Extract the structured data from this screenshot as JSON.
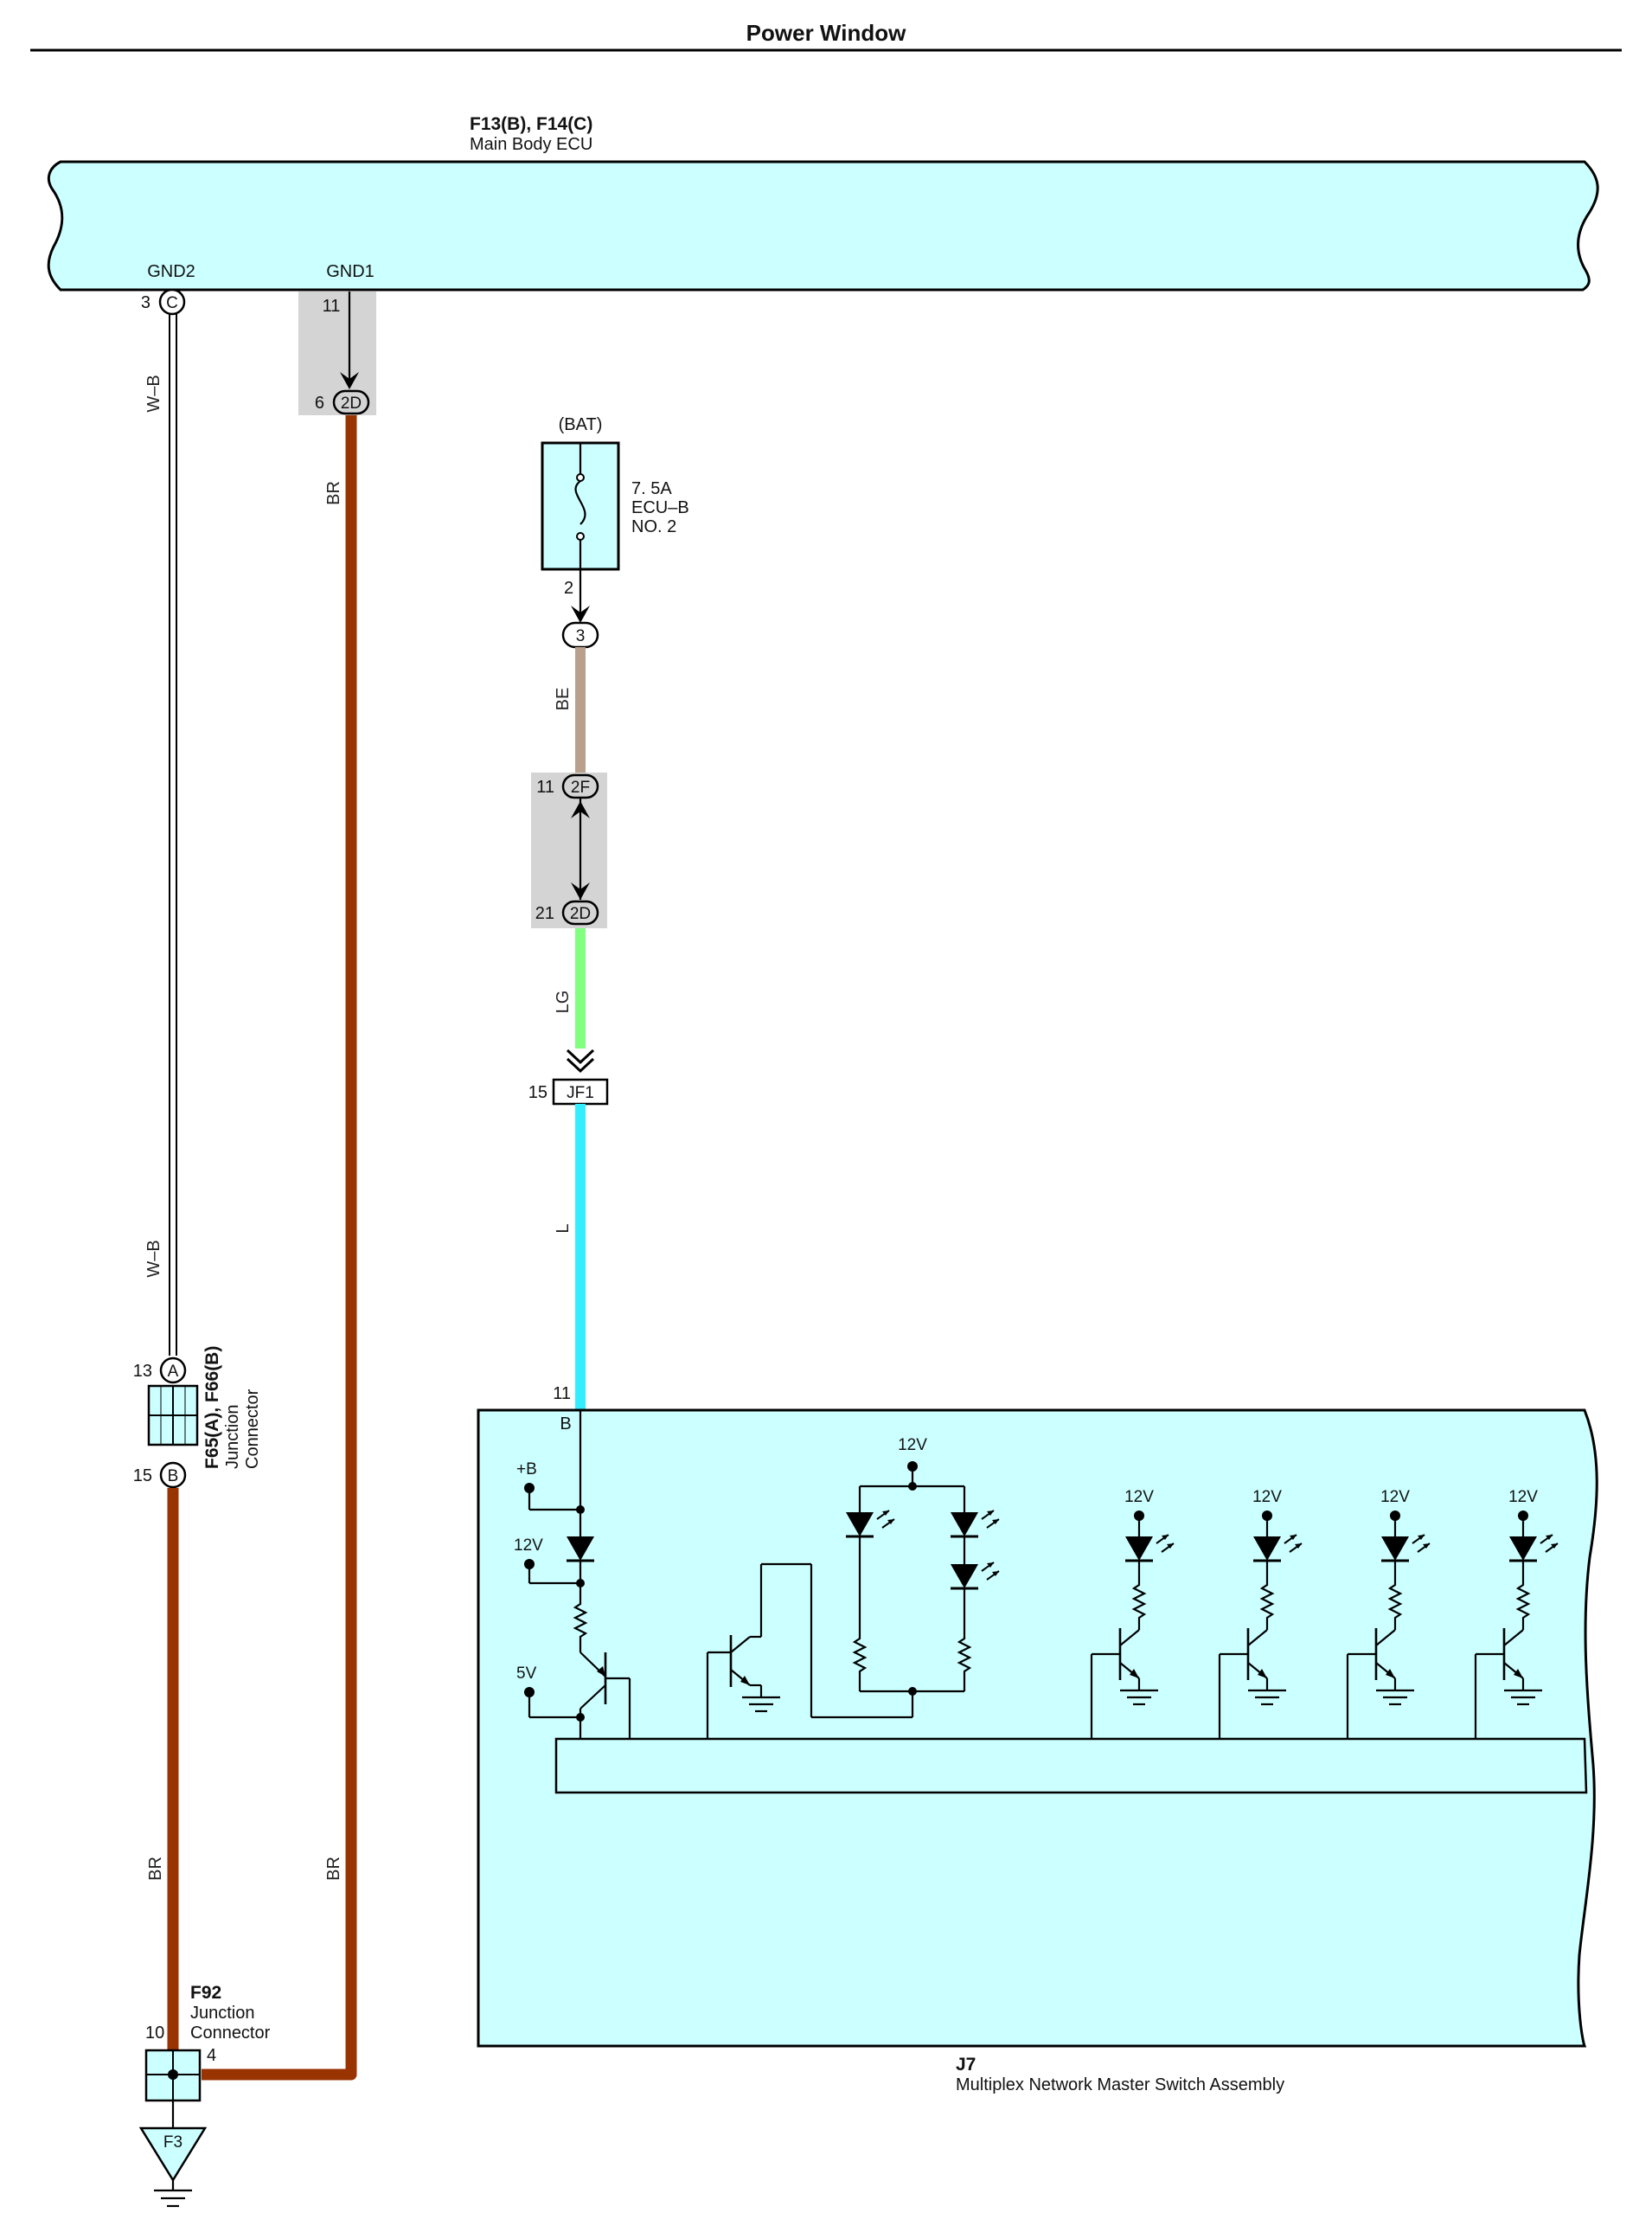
{
  "title": "Power Window",
  "ecu": {
    "code": "F13(B), F14(C)",
    "name": "Main Body ECU",
    "gnd2_label": "GND2",
    "gnd1_label": "GND1",
    "gnd2_pin": "3",
    "gnd2_conn": "C",
    "gnd1_pin": "11"
  },
  "junction_2d_top": {
    "pin": "6",
    "conn": "2D"
  },
  "fuse": {
    "source": "(BAT)",
    "rating": "7. 5A",
    "name": "ECU–B",
    "number": "NO. 2",
    "out_pin": "2",
    "conn": "3"
  },
  "junction_2f": {
    "pin": "11",
    "conn": "2F"
  },
  "junction_2d_mid": {
    "pin": "21",
    "conn": "2D"
  },
  "junction_jf1": {
    "pin": "15",
    "conn": "JF1"
  },
  "wires": {
    "w_b_top": "W–B",
    "w_b_low": "W–B",
    "br_left": "BR",
    "br_mid_top": "BR",
    "br_mid_low": "BR",
    "be": "BE",
    "lg": "LG",
    "l": "L"
  },
  "junction_f65": {
    "code": "F65(A), F66(B)",
    "line1": "Junction",
    "line2": "Connector",
    "pin_top": "13",
    "conn_top": "A",
    "pin_bottom": "15",
    "conn_bottom": "B"
  },
  "junction_f92": {
    "code": "F92",
    "line1": "Junction",
    "line2": "Connector",
    "pin_left": "10",
    "pin_right": "4"
  },
  "ground": {
    "label": "F3"
  },
  "switch_assembly": {
    "code": "J7",
    "name": "Multiplex Network Master Switch Assembly",
    "pin": "11",
    "conn": "B",
    "plus_b": "+B",
    "v12": "12V",
    "v5": "5V"
  },
  "colors": {
    "component_fill": "#ccffff",
    "wire_br": "#993300",
    "wire_be": "#b8a08c",
    "wire_lg": "#80ff80",
    "wire_l": "#33eeff",
    "splice_shade": "#d4d4d4"
  }
}
